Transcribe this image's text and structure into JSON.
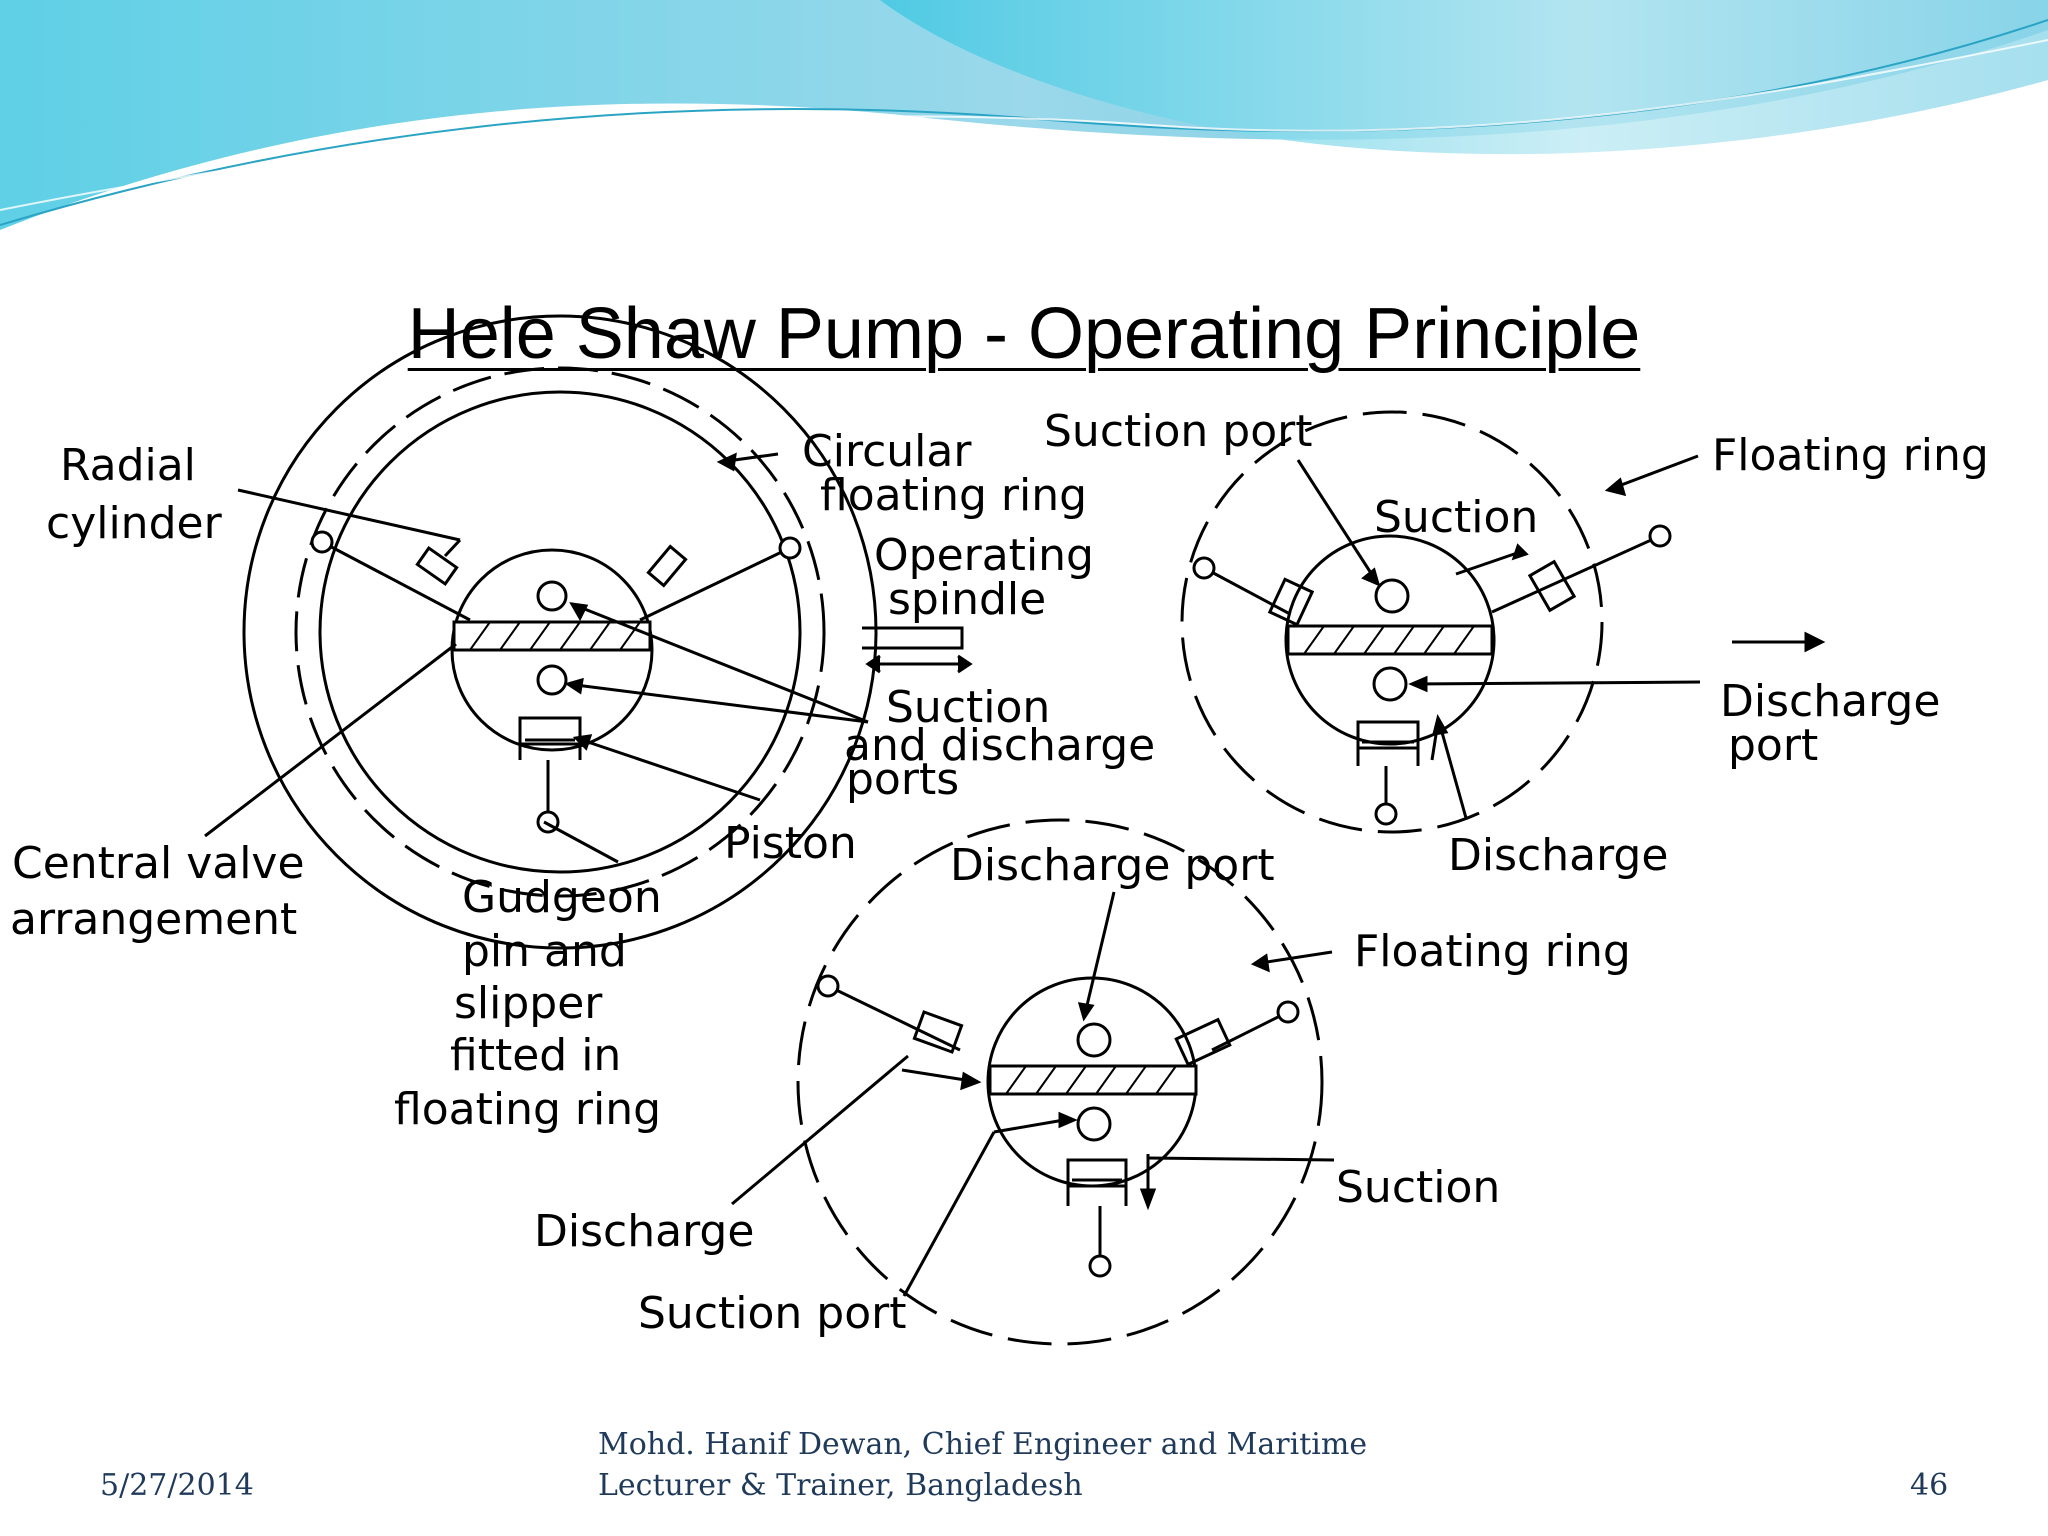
{
  "slide": {
    "title": "Hele Shaw Pump - Operating Principle",
    "theme_colors": {
      "wave_light": "#c9eef6",
      "wave_mid": "#7fd6ea",
      "wave_dark": "#4fb8d8",
      "footer_text": "#1f3a5a"
    }
  },
  "diagram": {
    "labels": {
      "radial_cylinder_1": "Radial",
      "radial_cylinder_2": "cylinder",
      "circular_floating_ring_1": "Circular",
      "circular_floating_ring_2": "floating ring",
      "operating_spindle_1": "Operating",
      "operating_spindle_2": "spindle",
      "suction_and_discharge_ports_1": "Suction",
      "suction_and_discharge_ports_2": "and discharge",
      "suction_and_discharge_ports_3": "ports",
      "piston": "Piston",
      "central_valve_1": "Central valve",
      "central_valve_2": "arrangement",
      "gudgeon_1": "Gudgeon",
      "gudgeon_2": "pin and",
      "gudgeon_3": "slipper",
      "gudgeon_4": "fitted in",
      "gudgeon_5": "floating ring",
      "right_suction_port": "Suction port",
      "right_floating_ring": "Floating ring",
      "right_suction": "Suction",
      "right_discharge_port_1": "Discharge",
      "right_discharge_port_2": "port",
      "right_discharge": "Discharge",
      "bottom_discharge_port": "Discharge port",
      "bottom_floating_ring": "Floating  ring",
      "bottom_suction": "Suction",
      "bottom_discharge": "Discharge",
      "bottom_suction_port": "Suction port"
    }
  },
  "footer": {
    "date": "5/27/2014",
    "author_line1": "Mohd. Hanif Dewan, Chief Engineer and Maritime",
    "author_line2": "Lecturer & Trainer, Bangladesh",
    "page_number": "46"
  }
}
